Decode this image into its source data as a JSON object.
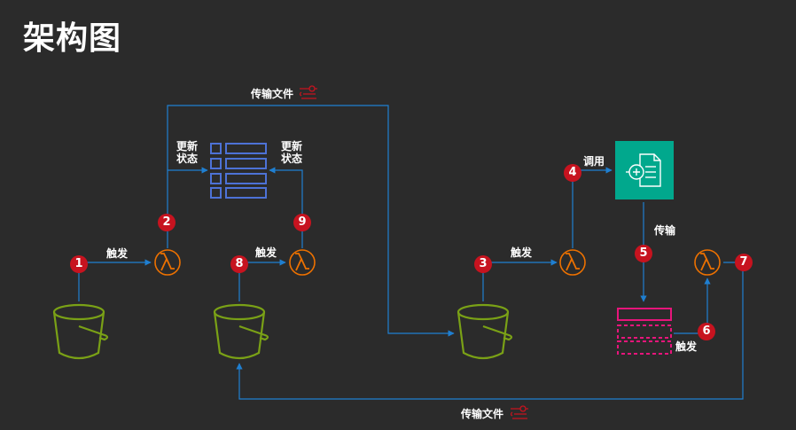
{
  "title": "架构图",
  "labels": {
    "transfer_files_top": "传输文件",
    "transfer_files_bottom": "传输文件",
    "update_status_left": [
      "更新",
      "状态"
    ],
    "update_status_right": [
      "更新",
      "状态"
    ],
    "trigger_1": "触发",
    "trigger_8": "触发",
    "trigger_3": "触发",
    "trigger_6": "触发",
    "invoke": "调用",
    "transfer": "传输"
  },
  "badges": [
    "1",
    "2",
    "3",
    "4",
    "5",
    "6",
    "7",
    "8",
    "9"
  ],
  "colors": {
    "background": "#2b2b2b",
    "connector": "#1f7fd1",
    "bucket": "#7aa116",
    "lambda": "#ed7100",
    "dynamodb": "#4d72d6",
    "queue": "#e7157b",
    "transcribe": "#01a88d",
    "badge": "#c7131f",
    "transfer_icon": "#c7131f"
  },
  "icons": [
    "s3-bucket-icon",
    "lambda-icon",
    "dynamodb-table-icon",
    "sqs-queue-icon",
    "transcribe-icon",
    "transfer-family-icon"
  ]
}
